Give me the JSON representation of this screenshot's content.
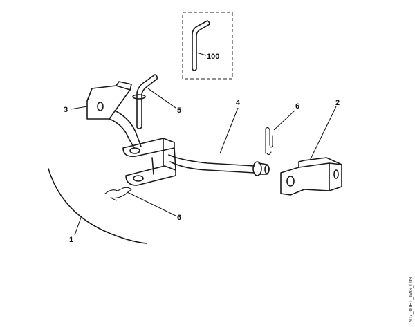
{
  "callouts": {
    "c100": "100",
    "c1": "1",
    "c2": "2",
    "c3": "3",
    "c4": "4",
    "c5": "5",
    "c6a": "6",
    "c6b": "6"
  },
  "reference_code": "907_00ET_IMG_009"
}
